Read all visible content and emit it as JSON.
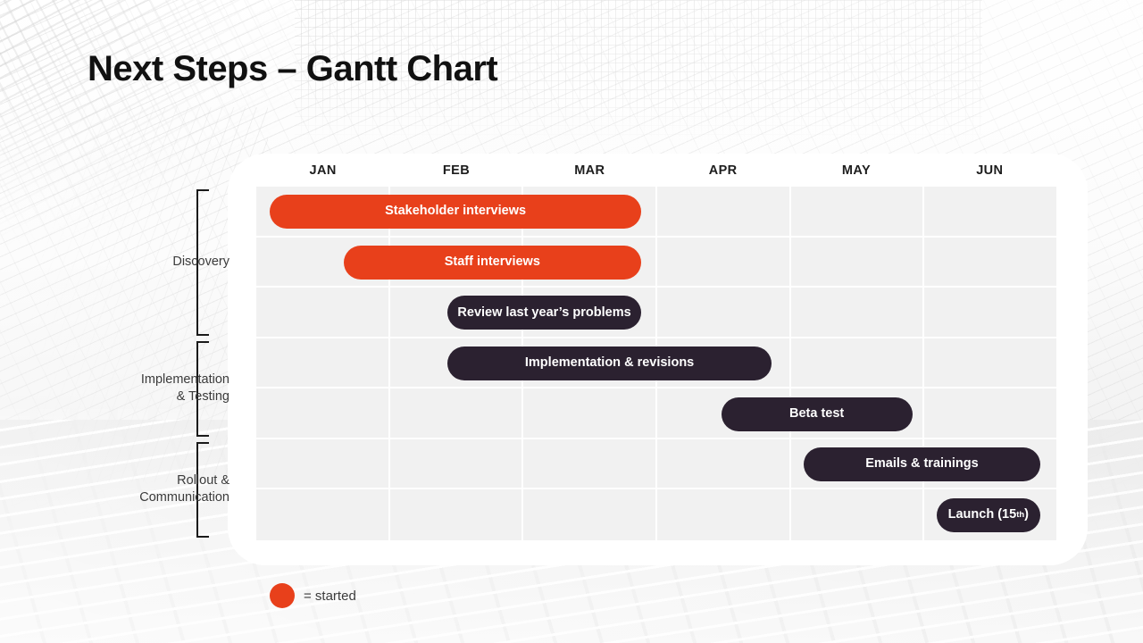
{
  "slide": {
    "title": "Next Steps – Gantt Chart",
    "background_style": "grayscale-architecture-photo"
  },
  "colors": {
    "started_bar": "#e8401b",
    "planned_bar": "#2b2130",
    "grid_cell": "#f1f1f1",
    "grid_line": "#ffffff",
    "card": "#ffffff",
    "title_text": "#111111",
    "label_text": "#3b3b3b"
  },
  "timeline": {
    "months": [
      "JAN",
      "FEB",
      "MAR",
      "APR",
      "MAY",
      "JUN"
    ],
    "column_count": 6
  },
  "groups": [
    {
      "label": "Discovery",
      "row_start": 0,
      "row_end": 2
    },
    {
      "label": "Implementation\n& Testing",
      "row_start": 3,
      "row_end": 4
    },
    {
      "label": "Rollout &\nCommunication",
      "row_start": 5,
      "row_end": 6
    }
  ],
  "tasks": [
    {
      "name": "Stakeholder interviews",
      "status": "started",
      "row": 0,
      "start_pct": 1.7,
      "width_pct": 46.4
    },
    {
      "name": "Staff interviews",
      "status": "started",
      "row": 1,
      "start_pct": 10.9,
      "width_pct": 37.2
    },
    {
      "name": "Review last year’s problems",
      "status": "planned",
      "row": 2,
      "start_pct": 23.9,
      "width_pct": 24.2
    },
    {
      "name": "Implementation & revisions",
      "status": "planned",
      "row": 3,
      "start_pct": 23.9,
      "width_pct": 40.5
    },
    {
      "name": "Beta test",
      "status": "planned",
      "row": 4,
      "start_pct": 58.1,
      "width_pct": 23.9
    },
    {
      "name": "Emails & trainings",
      "status": "planned",
      "row": 5,
      "start_pct": 68.4,
      "width_pct": 29.6
    },
    {
      "name": "Launch (15th)",
      "name_main": "Launch (15",
      "name_sup": "th",
      "name_tail": ")",
      "status": "planned",
      "row": 6,
      "start_pct": 85.0,
      "width_pct": 13.0
    }
  ],
  "legend": {
    "marker_shape": "circle",
    "marker_color": "#e8401b",
    "text": "= started"
  }
}
